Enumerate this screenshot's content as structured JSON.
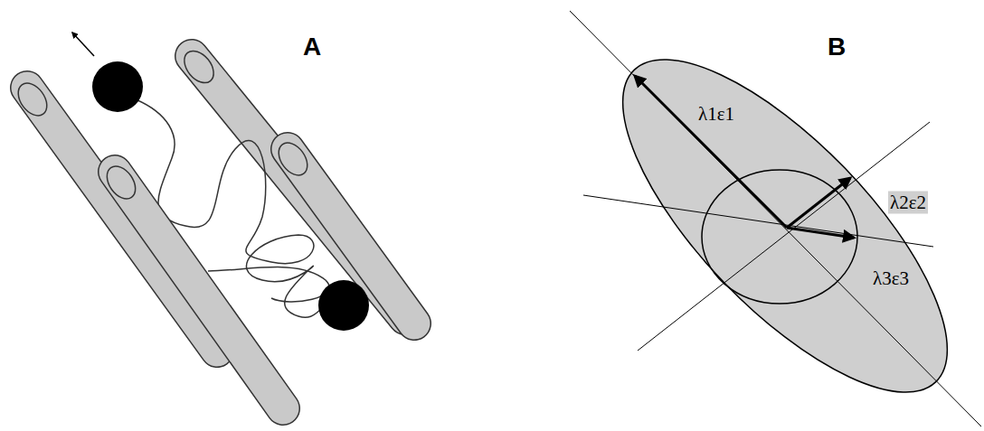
{
  "diagram": {
    "labels": [
      "A",
      "B",
      "λ1ε1",
      "λ2ε2",
      "λ3ε3"
    ]
  }
}
